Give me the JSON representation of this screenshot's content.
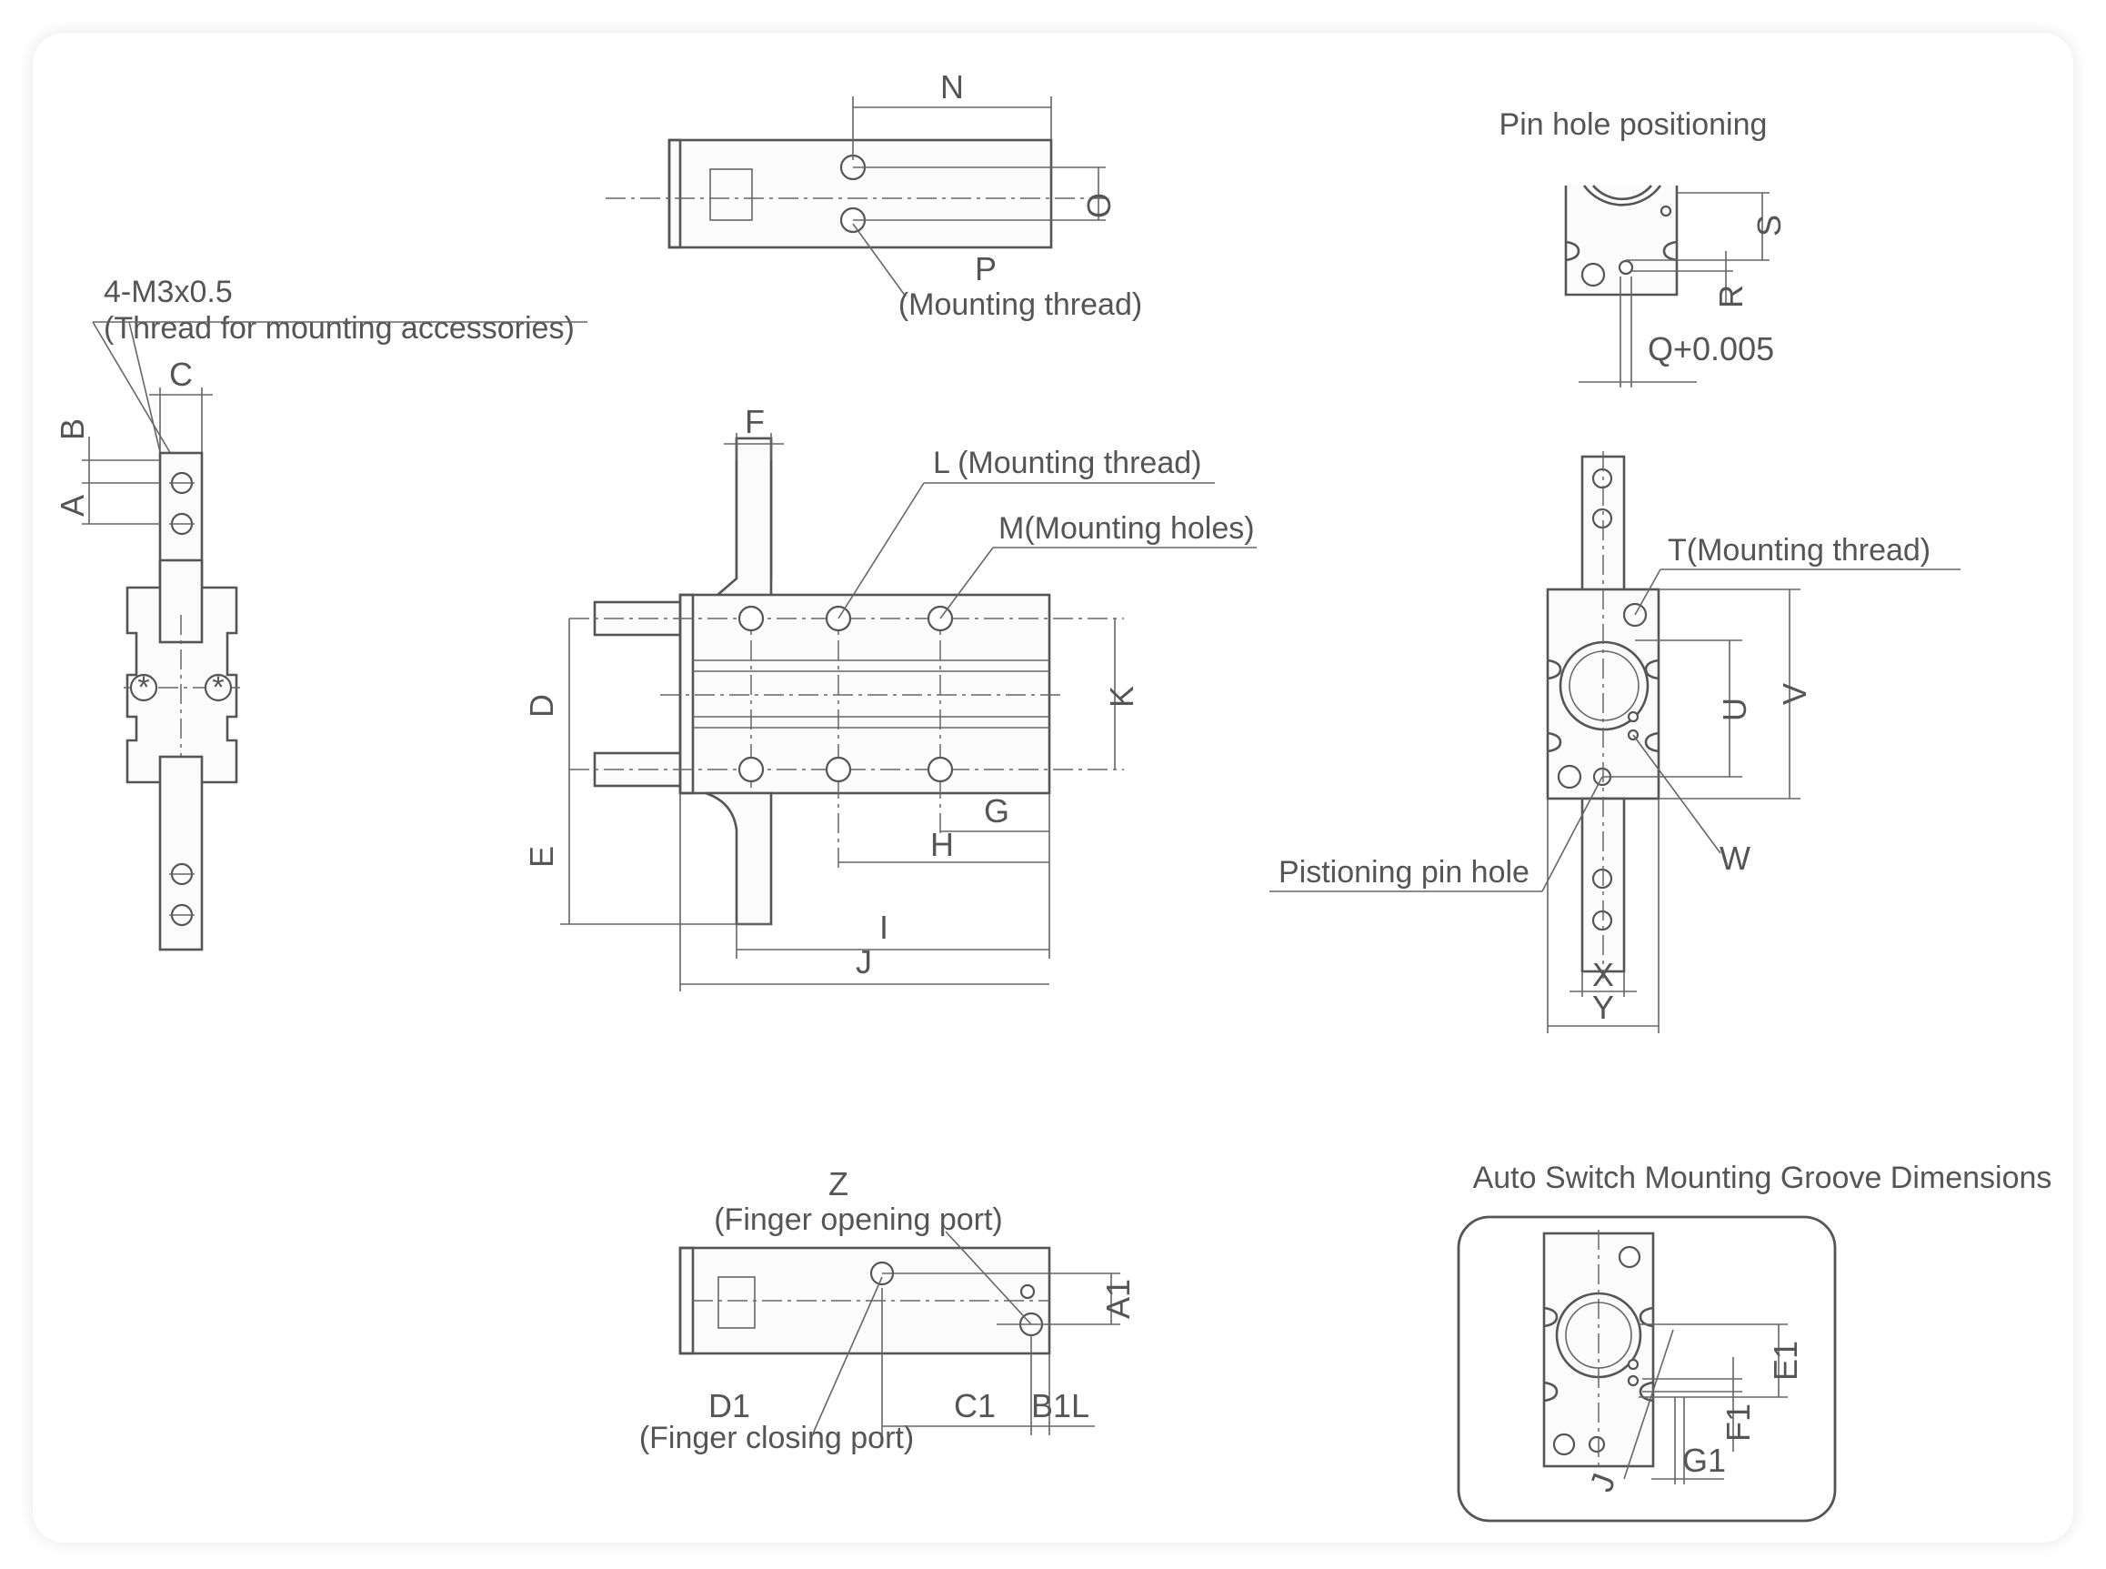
{
  "views": {
    "top": {
      "dim_n": "N",
      "dim_o": "O",
      "dim_p": "P",
      "note_p": "(Mounting thread)"
    },
    "left_finger": {
      "thread_spec": "4-M3x0.5",
      "thread_note": "(Thread for mounting accessories)",
      "dim_a": "A",
      "dim_b": "B",
      "dim_c": "C"
    },
    "pin_hole": {
      "title": "Pin hole positioning",
      "dim_s": "S",
      "dim_r": "R",
      "dim_q": "Q+0.005"
    },
    "front": {
      "dim_f": "F",
      "label_l": "L (Mounting thread)",
      "label_m": "M(Mounting holes)",
      "dim_d": "D",
      "dim_e": "E",
      "dim_k": "K",
      "dim_g": "G",
      "dim_h": "H",
      "dim_i": "I",
      "dim_j": "J"
    },
    "right": {
      "label_t": "T(Mounting thread)",
      "dim_u": "U",
      "dim_v": "V",
      "dim_w": "W",
      "label_pin": "Pistioning pin hole",
      "dim_x": "X",
      "dim_y": "Y"
    },
    "bottom": {
      "dim_z": "Z",
      "note_z": "(Finger opening port)",
      "dim_a1": "A1",
      "dim_d1": "D1",
      "note_d1": "(Finger closing port)",
      "dim_c1": "C1",
      "dim_b1l": "B1L"
    },
    "switch_groove": {
      "title": "Auto Switch Mounting Groove Dimensions",
      "dim_e1": "E1",
      "dim_f1": "F1",
      "dim_g1": "G1",
      "dim_j": "J"
    }
  },
  "colors": {
    "line": "#555555",
    "card_bg": "#ffffff",
    "page_bg": "#ffffff"
  }
}
